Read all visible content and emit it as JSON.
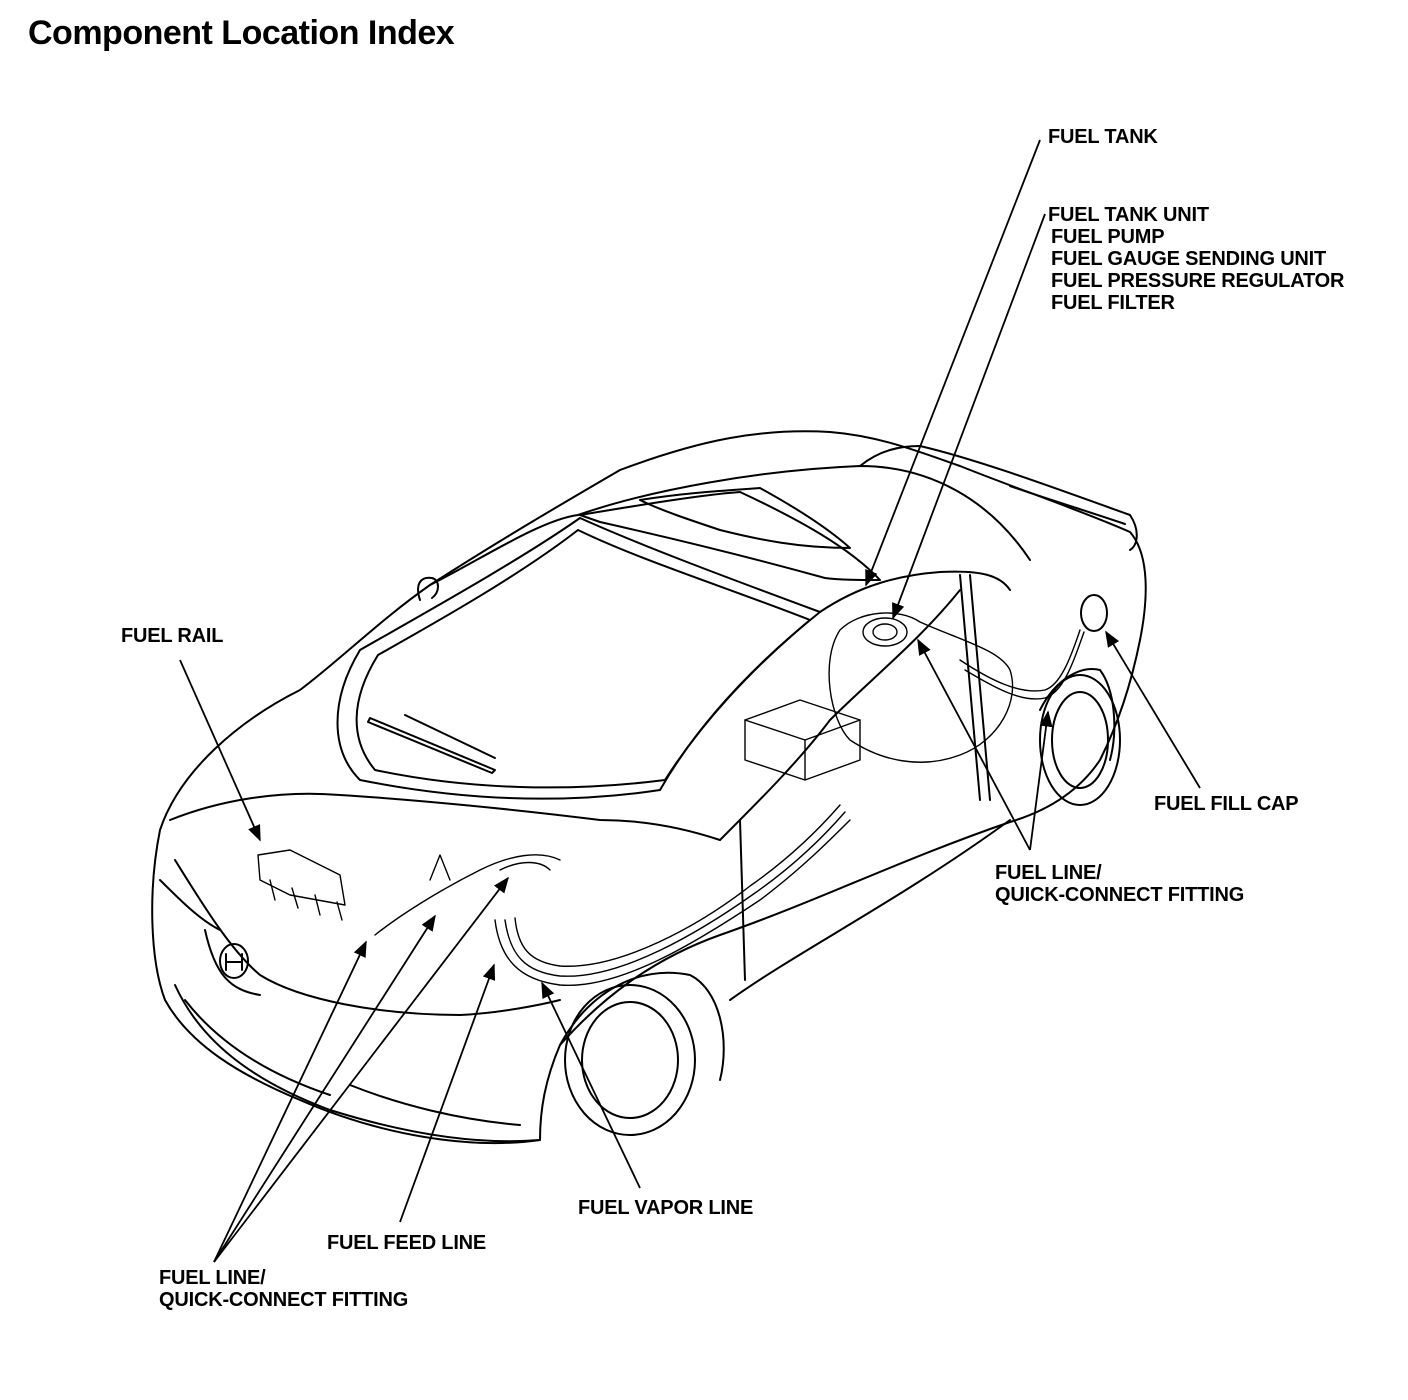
{
  "title": "Component Location Index",
  "callouts": {
    "fuel_tank": "FUEL TANK",
    "fuel_tank_unit": {
      "heading": "FUEL TANK UNIT",
      "items": [
        "FUEL PUMP",
        "FUEL GAUGE SENDING UNIT",
        "FUEL PRESSURE REGULATOR",
        "FUEL FILTER"
      ]
    },
    "fuel_rail": "FUEL RAIL",
    "fuel_fill_cap": "FUEL FILL CAP",
    "fuel_line_rear": [
      "FUEL LINE/",
      "QUICK-CONNECT FITTING"
    ],
    "fuel_vapor_line": "FUEL VAPOR LINE",
    "fuel_feed_line": "FUEL FEED LINE",
    "fuel_line_front": [
      "FUEL LINE/",
      "QUICK-CONNECT FITTING"
    ]
  }
}
